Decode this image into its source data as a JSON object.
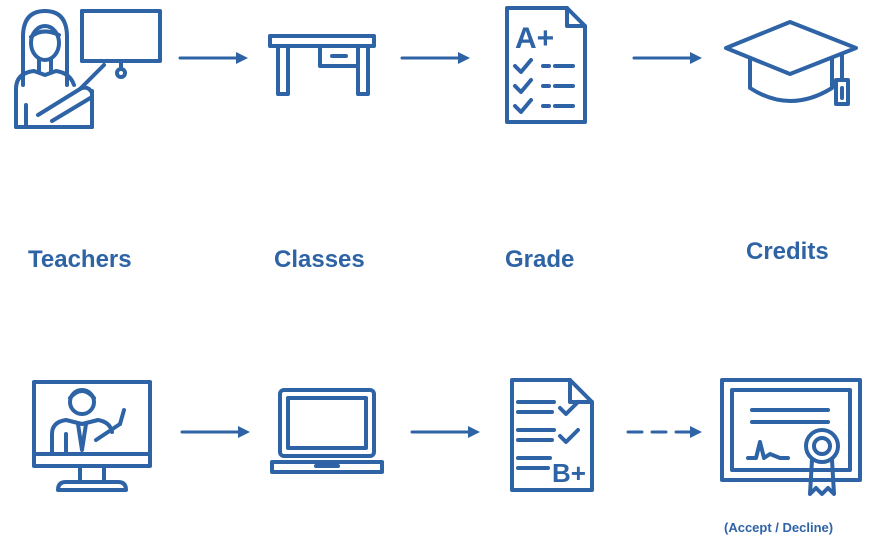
{
  "row1": {
    "labels": [
      "Teachers",
      "Classes",
      "Grade",
      "Credits"
    ],
    "grade_icon_text": "A+"
  },
  "row2": {
    "note": "(Accept / Decline)",
    "grade_icon_text": "B+"
  },
  "colors": {
    "accent": "#2e63a6",
    "background": "#ffffff"
  },
  "icons": {
    "row1": [
      "teacher-presenting-icon",
      "desk-icon",
      "graded-paper-icon",
      "graduation-cap-icon"
    ],
    "row2": [
      "online-teacher-monitor-icon",
      "laptop-icon",
      "graded-document-icon",
      "certificate-icon"
    ]
  }
}
